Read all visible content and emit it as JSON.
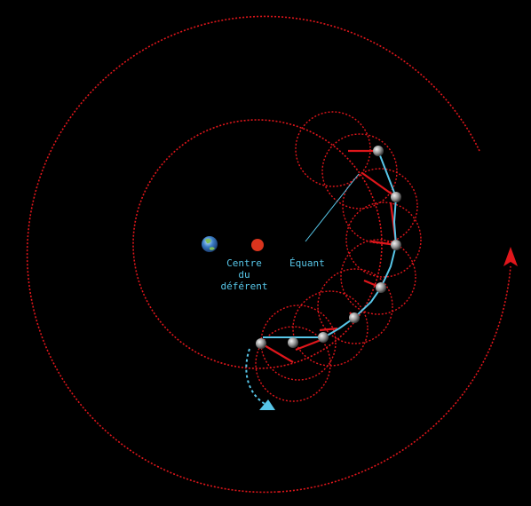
{
  "labels": {
    "centre_line1": "Centre",
    "centre_line2": "du",
    "centre_line3": "déférent",
    "equant": "Équant"
  },
  "colors": {
    "background": "#000000",
    "orbit": "#e0161b",
    "cyan": "#57c6e8",
    "planet": "#aaaaaa",
    "earth": "#3a6fb0"
  },
  "icons": {
    "earth": "earth-icon",
    "deferent_center": "deferent-center-dot",
    "direction_arrow": "arrowhead-icon"
  }
}
